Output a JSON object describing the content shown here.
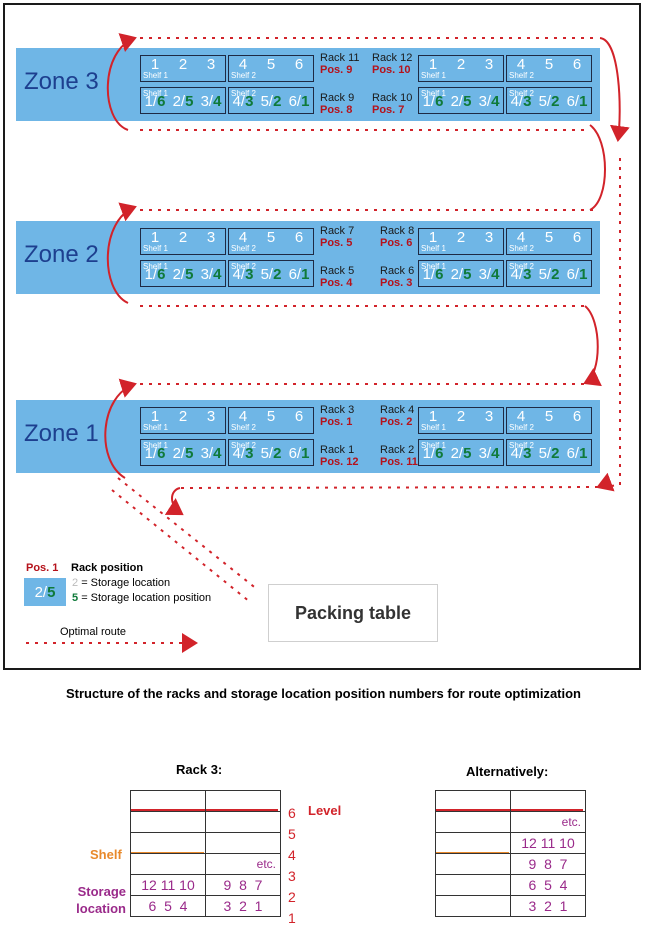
{
  "zones": [
    {
      "label": "Zone 3",
      "top_rack_labels": [
        [
          "Rack 11",
          "Pos. 9"
        ],
        [
          "Rack 12",
          "Pos. 10"
        ]
      ],
      "bottom_rack_labels": [
        [
          "Rack 9",
          "Pos. 8"
        ],
        [
          "Rack 10",
          "Pos. 7"
        ]
      ]
    },
    {
      "label": "Zone 2",
      "top_rack_labels": [
        [
          "Rack 7",
          "Pos. 5"
        ],
        [
          "Rack 8",
          "Pos. 6"
        ]
      ],
      "bottom_rack_labels": [
        [
          "Rack 5",
          "Pos. 4"
        ],
        [
          "Rack 6",
          "Pos. 3"
        ]
      ]
    },
    {
      "label": "Zone 1",
      "top_rack_labels": [
        [
          "Rack 3",
          "Pos. 1"
        ],
        [
          "Rack 4",
          "Pos. 2"
        ]
      ],
      "bottom_rack_labels": [
        [
          "Rack 1",
          "Pos. 12"
        ],
        [
          "Rack 2",
          "Pos. 11"
        ]
      ]
    }
  ],
  "shelf_labels": [
    "Shelf 1",
    "Shelf 2"
  ],
  "top_row_numbers": [
    [
      "1",
      "2",
      "3"
    ],
    [
      "4",
      "5",
      "6"
    ]
  ],
  "bottom_row_cells": [
    [
      [
        "1/",
        "6"
      ],
      [
        "2/",
        "5"
      ],
      [
        "3/",
        "4"
      ]
    ],
    [
      [
        "4/",
        "3"
      ],
      [
        "5/",
        "2"
      ],
      [
        "6/",
        "1"
      ]
    ]
  ],
  "packing_table": "Packing table",
  "legend": {
    "pos_sample": "Pos. 1",
    "pos_desc": "Rack position",
    "box_a": "2/",
    "box_b": "5",
    "storage_num": "2",
    "storage_desc": "= Storage location",
    "position_num": "5",
    "position_desc": "= Storage location position",
    "route_desc": "Optimal route"
  },
  "caption": "Structure of the racks and storage location position numbers for route optimization",
  "rack3": {
    "title": "Rack 3:",
    "level_label": "Level",
    "shelf_label": "Shelf",
    "storage_label": "Storage location",
    "etc": "etc.",
    "level_numbers": [
      "6",
      "5",
      "4",
      "3",
      "2",
      "1"
    ],
    "row2": [
      [
        "12",
        "11",
        "10"
      ],
      [
        "9",
        "8",
        "7"
      ]
    ],
    "row1": [
      [
        "6",
        "5",
        "4"
      ],
      [
        "3",
        "2",
        "1"
      ]
    ]
  },
  "alternatively": {
    "title": "Alternatively:",
    "etc": "etc.",
    "rows": [
      [
        "12",
        "11",
        "10"
      ],
      [
        "9",
        "8",
        "7"
      ],
      [
        "6",
        "5",
        "4"
      ],
      [
        "3",
        "2",
        "1"
      ]
    ]
  },
  "colors": {
    "zone_band": "#6fb6e6",
    "route": "#d2232a",
    "position_green": "#0f7a3a",
    "pos_red": "#b5121b",
    "shelf_orange": "#e8892b",
    "storage_magenta": "#9a2a8a"
  }
}
